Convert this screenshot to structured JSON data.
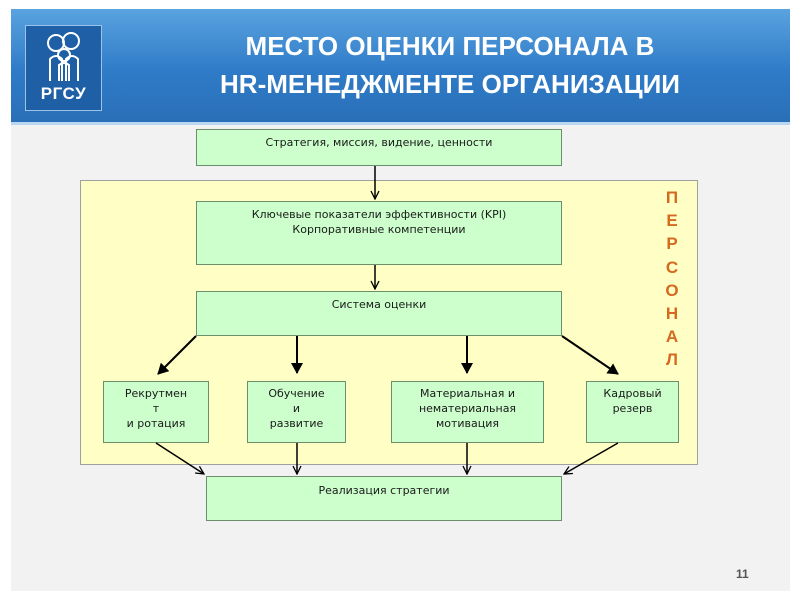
{
  "header": {
    "logo_text": "РГСУ",
    "title_line1": "МЕСТО ОЦЕНКИ ПЕРСОНАЛА В",
    "title_line2": "HR-МЕНЕДЖМЕНТЕ ОРГАНИЗАЦИИ"
  },
  "diagram": {
    "strategy": "Стратегия, миссия, видение, ценности",
    "kpi_line1": "Ключевые показатели эффективности (KPI)",
    "kpi_line2": "Корпоративные компетенции",
    "assessment": "Система оценки",
    "recruitment_line1": "Рекрутмен",
    "recruitment_line2": "т",
    "recruitment_line3": "и ротация",
    "training_line1": "Обучение",
    "training_line2": "и",
    "training_line3": "развитие",
    "motivation_line1": "Материальная и",
    "motivation_line2": "нематериальная",
    "motivation_line3": "мотивация",
    "reserve_line1": "Кадровый",
    "reserve_line2": "резерв",
    "realization": "Реализация стратегии",
    "personnel_letters": [
      "П",
      "Е",
      "Р",
      "С",
      "О",
      "Н",
      "А",
      "Л"
    ]
  },
  "page_number": "11",
  "colors": {
    "header_blue": "#2f7bc7",
    "box_green": "#ccffcc",
    "panel_yellow": "#ffffc5",
    "vertical_text_orange": "#d4691f"
  }
}
